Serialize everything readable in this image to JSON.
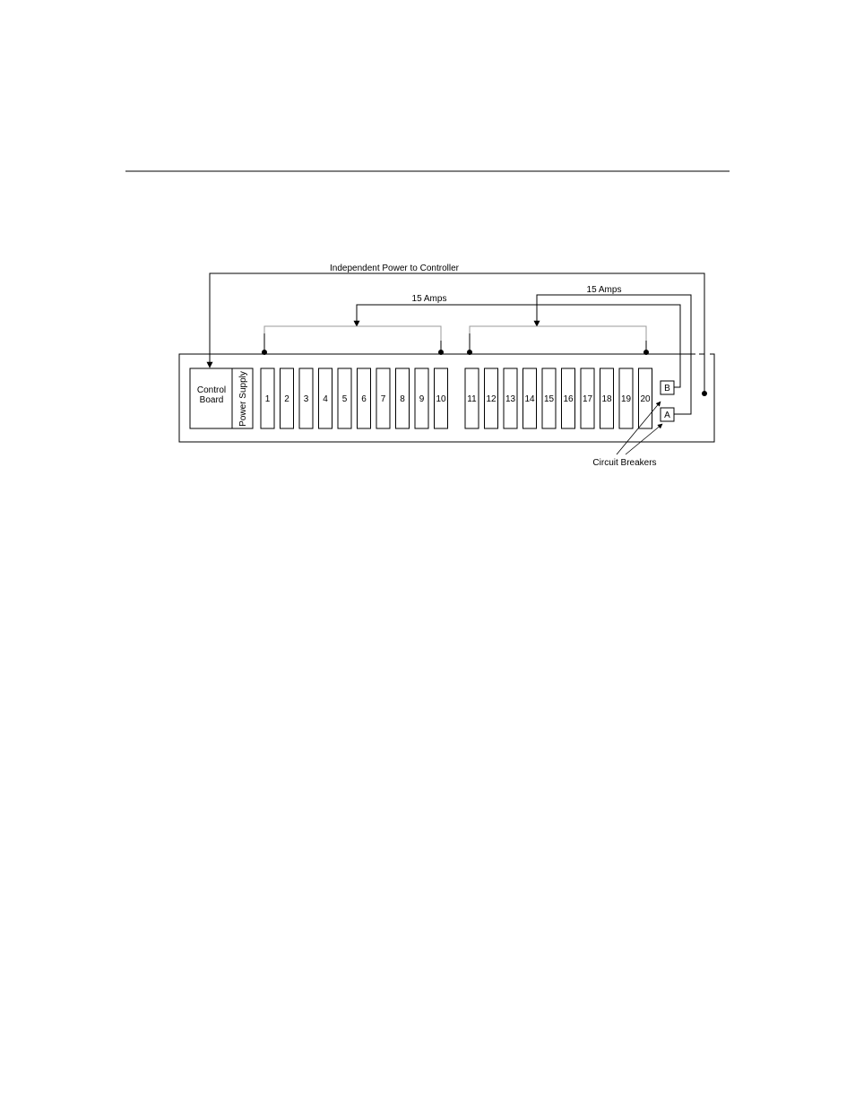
{
  "diagram": {
    "labels": {
      "independent_power": "Independent Power to Controller",
      "amps_left": "15 Amps",
      "amps_right": "15 Amps",
      "circuit_breakers": "Circuit Breakers"
    },
    "control_board": [
      "Control",
      "Board"
    ],
    "power_supply": "Power Supply",
    "slots": [
      "1",
      "2",
      "3",
      "4",
      "5",
      "6",
      "7",
      "8",
      "9",
      "10",
      "11",
      "12",
      "13",
      "14",
      "15",
      "16",
      "17",
      "18",
      "19",
      "20"
    ],
    "breakers": {
      "top": "B",
      "bottom": "A"
    }
  }
}
